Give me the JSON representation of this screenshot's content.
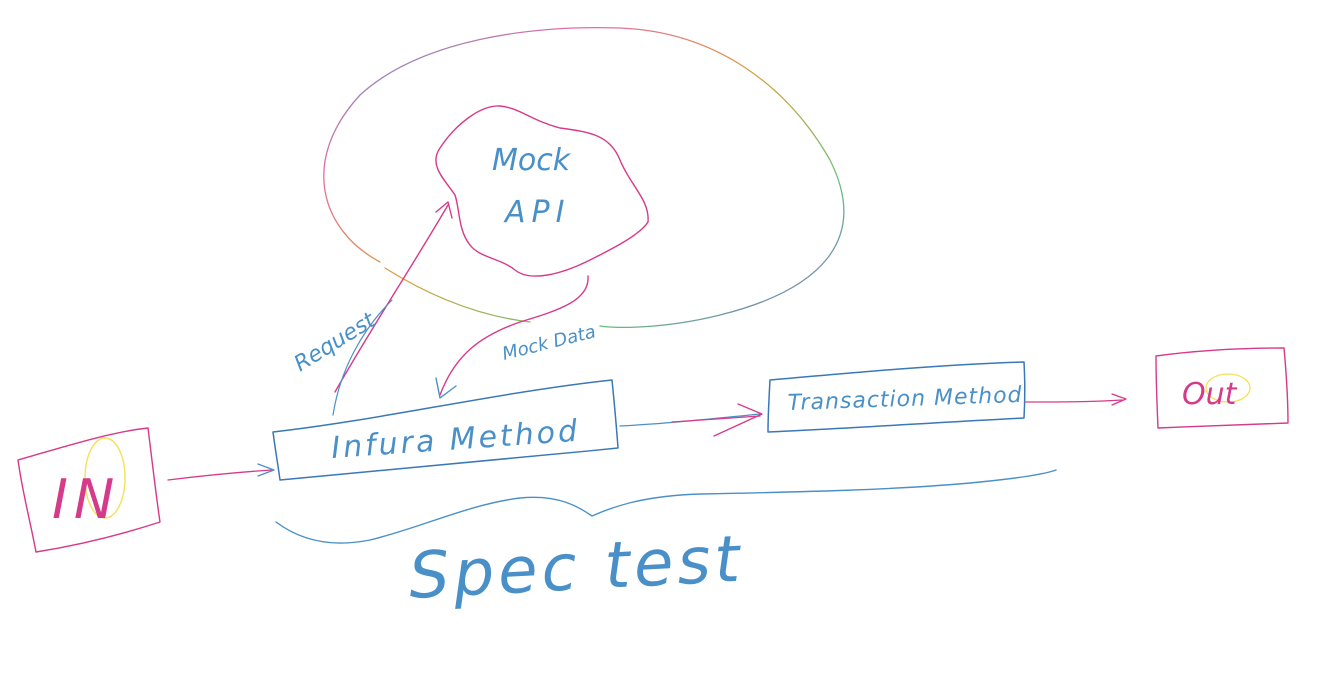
{
  "colors": {
    "blue": "#4a90c8",
    "pink": "#d63a8a",
    "yellow": "#f2e15a",
    "rainbow": [
      "#4aa3d8",
      "#d6a23a",
      "#e86aa0",
      "#6ac07a",
      "#7a6ad8"
    ]
  },
  "nodes": {
    "in": {
      "label": "IN"
    },
    "infura": {
      "label": "Infura Method"
    },
    "transaction": {
      "label": "Transaction Method"
    },
    "out": {
      "label": "Out"
    },
    "mock_api": {
      "label_line1": "Mock",
      "label_line2": "API"
    }
  },
  "edges": {
    "request": {
      "label": "Request"
    },
    "mock_data": {
      "label": "Mock Data"
    }
  },
  "brace": {
    "label": "Spec test"
  }
}
